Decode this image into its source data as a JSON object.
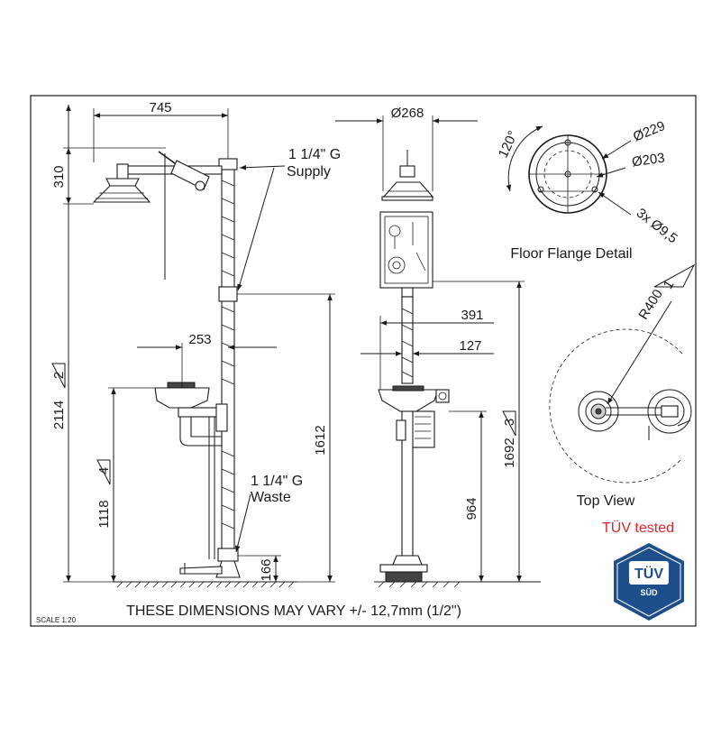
{
  "front_view": {
    "dim_width": "745",
    "dim_head_drop": "310",
    "dim_total_height": "2114",
    "dim_total_tag": "2",
    "dim_bowl_offset": "253",
    "dim_bowl_height": "1118",
    "dim_bowl_tag": "4",
    "dim_valve_height": "1612",
    "dim_waste_height": "166",
    "supply_label_line1": "1 1/4\" G",
    "supply_label_line2": "Supply",
    "waste_label_line1": "1 1/4\" G",
    "waste_label_line2": "Waste"
  },
  "side_view": {
    "dim_head_diameter": "Ø268",
    "dim_391": "391",
    "dim_127": "127",
    "dim_964": "964",
    "dim_1692": "1692",
    "dim_1692_tag": "3"
  },
  "flange_detail": {
    "title": "Floor Flange Detail",
    "angle": "120°",
    "dim_outer": "Ø229",
    "dim_pitch": "Ø203",
    "dim_holes": "3x Ø9,5"
  },
  "top_view": {
    "title": "Top View",
    "radius": "R400",
    "radius_tag": "1"
  },
  "certification": {
    "text": "TÜV tested",
    "color": "#e0262b",
    "badge_color": "#1f4e8c",
    "badge_main": "TÜV",
    "badge_sub": "SÜD"
  },
  "footer": {
    "note": "THESE DIMENSIONS MAY VARY +/- 12,7mm (1/2\")",
    "scale": "SCALE 1:20"
  }
}
